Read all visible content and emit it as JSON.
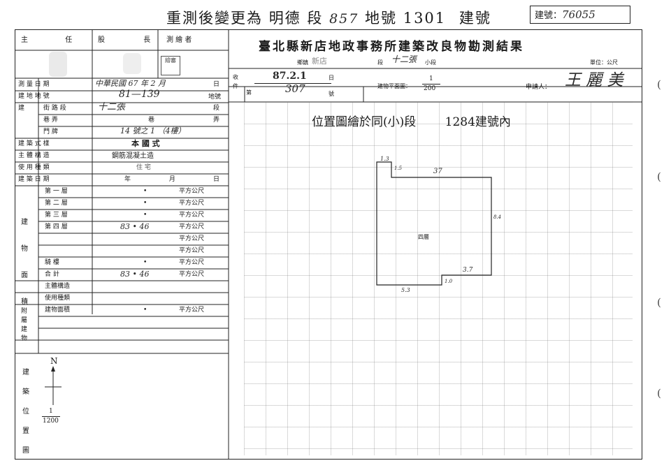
{
  "header": {
    "title_prefix": "重測後變更為",
    "title_section": "明德",
    "title_duan": "段",
    "land_no": "857",
    "land_label": "地號",
    "land_no2": "1301",
    "build_label": "建號",
    "stamp_text": "建號：",
    "stamp_value": "76055"
  },
  "office_title": "臺北縣新店地政事務所建築改良物勘測結果",
  "left_header": {
    "c1": "主",
    "c2": "任",
    "c3": "股",
    "c4": "長",
    "c5": "測 繪 者",
    "stamp_sq": "繪審"
  },
  "left_rows": [
    {
      "label": "測 量 日 期",
      "value": "中華民國 67 年 2 月",
      "tail": "日"
    },
    {
      "label": "建 地 地 號",
      "value": "81—139",
      "tail": "地號"
    },
    {
      "label": "街 路 段",
      "value": "十二張",
      "tail": "段"
    },
    {
      "label": "巷 弄",
      "value": "巷",
      "tail": "弄"
    },
    {
      "label": "門 牌",
      "value": "14 號之 1 （4樓）",
      "tail": ""
    },
    {
      "label": "建 築 式 樣",
      "value": "本 國 式",
      "tail": ""
    },
    {
      "label": "主 體 構 造",
      "value": "鋼筋混凝土造",
      "tail": ""
    },
    {
      "label": "使 用 種 類",
      "value": "住 宅",
      "tail": ""
    },
    {
      "label": "建 築 日 期",
      "value": "年 月",
      "tail": "日"
    }
  ],
  "floors": [
    {
      "label": "第 一 層",
      "dot": "•",
      "value": "",
      "unit": "平方公尺"
    },
    {
      "label": "第 二 層",
      "dot": "•",
      "value": "",
      "unit": "平方公尺"
    },
    {
      "label": "第 三 層",
      "dot": "•",
      "value": "",
      "unit": "平方公尺"
    },
    {
      "label": "第 四 層",
      "dot": "",
      "value": "83 • 46",
      "unit": "平方公尺"
    },
    {
      "label": "",
      "dot": "",
      "value": "",
      "unit": "平方公尺"
    },
    {
      "label": "",
      "dot": "",
      "value": "",
      "unit": "平方公尺"
    },
    {
      "label": "騎 樓",
      "dot": "•",
      "value": "",
      "unit": "平方公尺"
    },
    {
      "label": "合 計",
      "dot": "",
      "value": "83 • 46",
      "unit": "平方公尺"
    }
  ],
  "annex": [
    {
      "label": "主體構造",
      "value": "",
      "unit": ""
    },
    {
      "label": "使用種類",
      "value": "",
      "unit": ""
    },
    {
      "label": "建物面積",
      "value": "•",
      "unit": "平方公尺"
    }
  ],
  "side_labels": {
    "building": [
      "建",
      "物",
      "面",
      "積"
    ],
    "annex": [
      "附",
      "屬",
      "建",
      "物"
    ],
    "location": [
      "建",
      "築",
      "位",
      "置",
      "圖"
    ]
  },
  "location_map": {
    "north": "N",
    "scale_num": "1",
    "scale_den": "1200"
  },
  "right_header": {
    "district_label": "鄉鎮",
    "district_value": "新店",
    "duan_label": "段",
    "duan_value": "十二張",
    "small_duan": "小段",
    "unit": "單位：公尺",
    "recv_label": "收件",
    "recv_date": "87.2.1",
    "recv_day": "日",
    "recv_no_prefix": "第",
    "recv_no": "307",
    "recv_no_suffix": "號",
    "plan_scale_label": "建物平面圖：",
    "plan_scale_num": "1",
    "plan_scale_den": "200",
    "applicant_label": "申請人：",
    "applicant_name": "王 麗 美"
  },
  "plan": {
    "note": "位置圖繪於同(小)段",
    "note_no": "1284建號內",
    "dim_top_small": "1.3",
    "dim_notch": "1.5",
    "dim_top": "37",
    "dim_right": "8.4",
    "floor_label": "四層",
    "dim_step": "3.7",
    "dim_bottom": "5.3",
    "dim_step_v": "1.0"
  },
  "margin_marks": [
    "(",
    "(",
    "(",
    "("
  ]
}
